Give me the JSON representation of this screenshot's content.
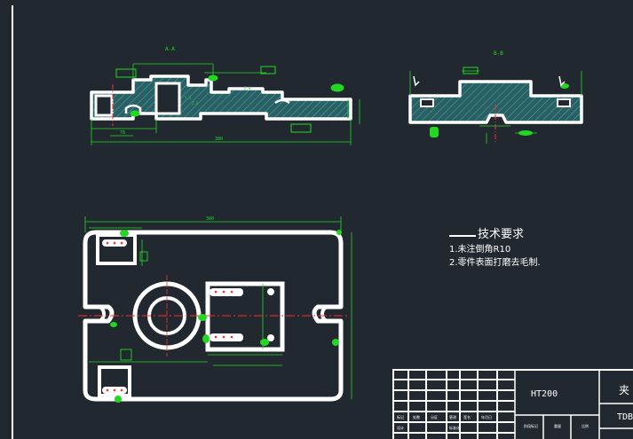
{
  "section_a_label": "A-A",
  "section_b_label": "B-B",
  "dimensions": {
    "aa_total": "380",
    "aa_sub": "78",
    "plan_top": "380"
  },
  "tech_requirements": {
    "title": "技术要求",
    "items": [
      "1.未注倒角R10",
      "2.零件表面打磨去毛制."
    ]
  },
  "title_block": {
    "material": "HT200",
    "name_fragment": "夹",
    "code_fragment": "TDB"
  },
  "colors": {
    "background": "#212830",
    "outline": "#ffffff",
    "hatch": "#2a8f8f",
    "dimension": "#22d822",
    "center": "#ff2d2d"
  }
}
